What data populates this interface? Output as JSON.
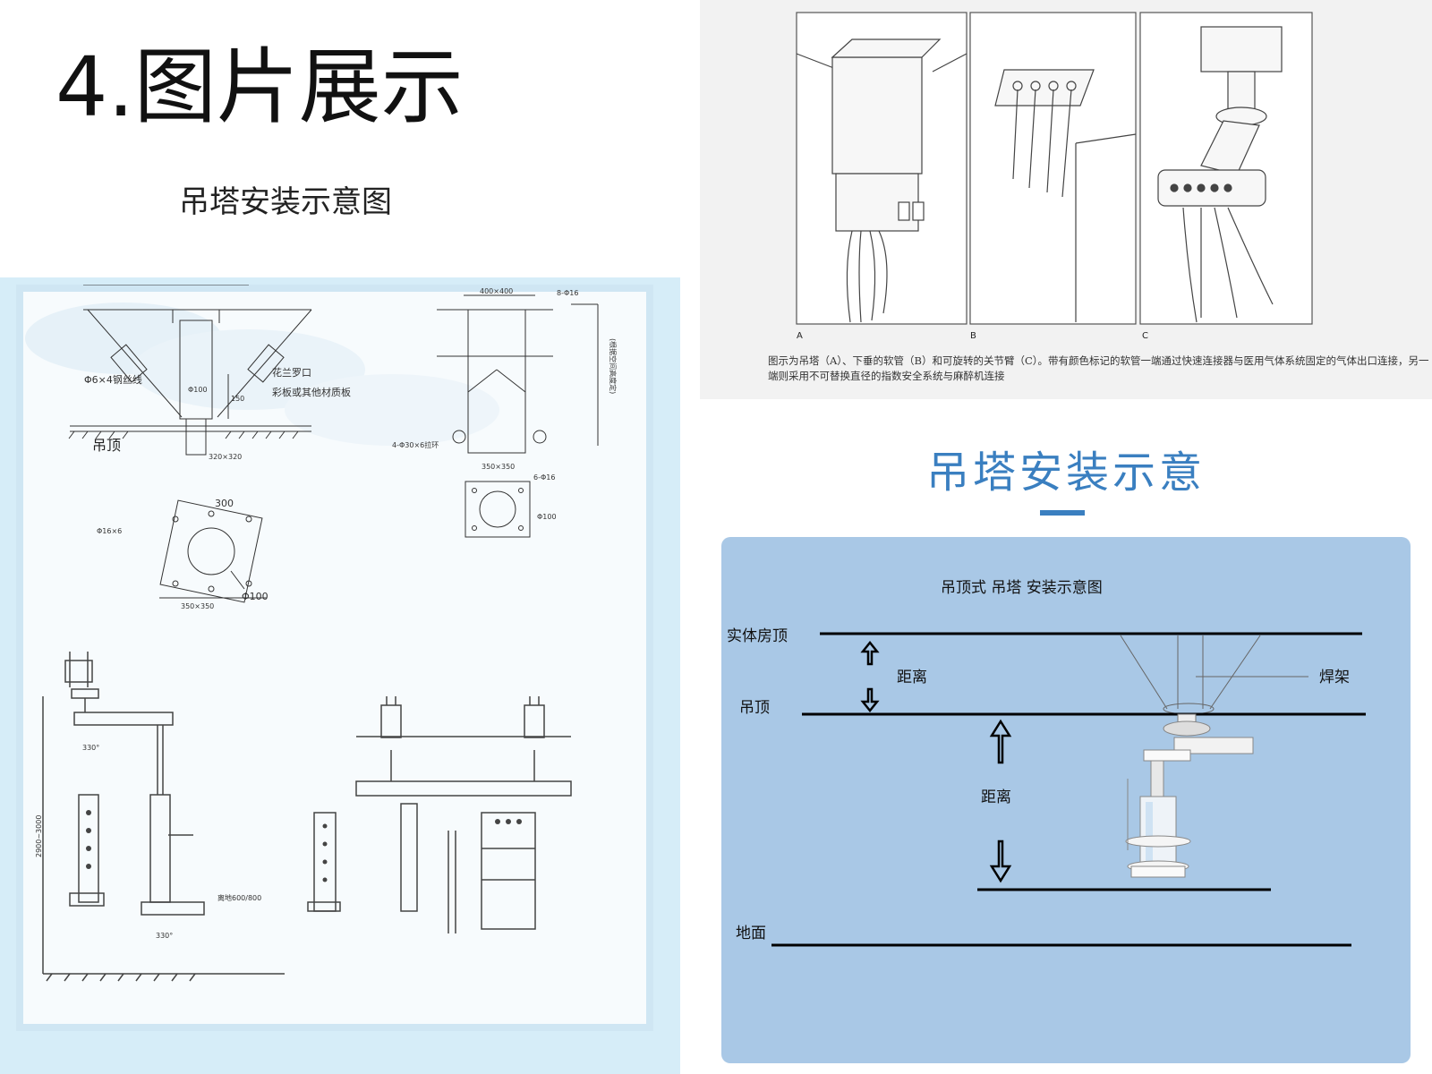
{
  "slide": {
    "title": "4.图片展示",
    "subtitle": "吊塔安装示意图"
  },
  "left_drawing": {
    "labels": {
      "steel_wire": "Φ6×4钢丝线",
      "turnbuckle": "花兰罗口",
      "panel": "彩板或其他材质板",
      "ceiling": "吊顶",
      "plate_size": "320×320",
      "dia_100": "Φ100",
      "dim_150": "150",
      "dim_300": "300",
      "dia_100b": "Φ100",
      "base_350": "350×350",
      "bolts_16": "Φ16×6",
      "top_size": "400×400",
      "bolt_count": "8-Φ16",
      "ring": "4-Φ30×6拉环",
      "base_350b": "350×350",
      "bolt_count_b": "6-Φ16",
      "dim_100c": "Φ100",
      "height_note": "(根据空间高度定)",
      "rot_330a": "330°",
      "rot_330b": "330°",
      "height_range": "2900~3000",
      "floor_height": "离地600/800"
    }
  },
  "top_right": {
    "panel_labels": [
      "A",
      "B",
      "C"
    ],
    "caption": "图示为吊塔（A）、下垂的软管（B）和可旋转的关节臂（C）。带有颜色标记的软管一端通过快速连接器与医用气体系统固定的气体出口连接，另一端则采用不可替换直径的指数安全系统与麻醉机连接"
  },
  "bottom_right": {
    "title": "吊塔安装示意",
    "diagram_title": "吊顶式 吊塔  安装示意图",
    "roof_label": "实体房顶",
    "distance_label_1": "距离",
    "bracket_label": "焊架",
    "ceiling_label": "吊顶",
    "distance_label_2": "距离",
    "floor_label": "地面"
  },
  "colors": {
    "accent_blue": "#3a7fc0",
    "schematic_bg": "#a9c8e6",
    "left_frame": "#d6edf8"
  }
}
